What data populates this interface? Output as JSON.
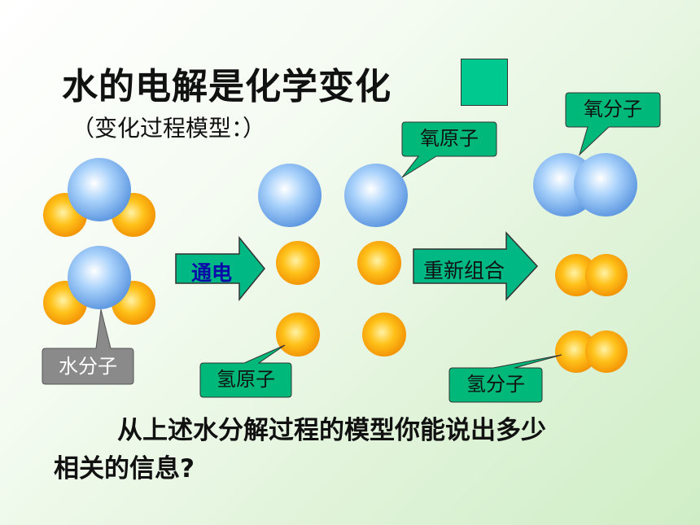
{
  "title": "水的电解是化学变化",
  "subtitle": "（变化过程模型：）",
  "arrows": {
    "electrolysis": "通电",
    "recombine": "重新组合"
  },
  "labels": {
    "water_molecule": "水分子",
    "oxygen_atom": "氧原子",
    "hydrogen_atom": "氢原子",
    "oxygen_molecule": "氧分子",
    "hydrogen_molecule": "氢分子"
  },
  "question": {
    "line1": "从上述水分解过程的模型你能说出多少",
    "line2": "相关的信息?"
  },
  "colors": {
    "oxygen": "#7eb5f0",
    "hydrogen": "#ffb300",
    "callout_green": "#00b87a",
    "callout_gray": "#8a8a8a",
    "arrow_fill": "#00b884",
    "title_box": "#00c98f",
    "arrow_text_electrolysis": "#0a0aa8"
  }
}
